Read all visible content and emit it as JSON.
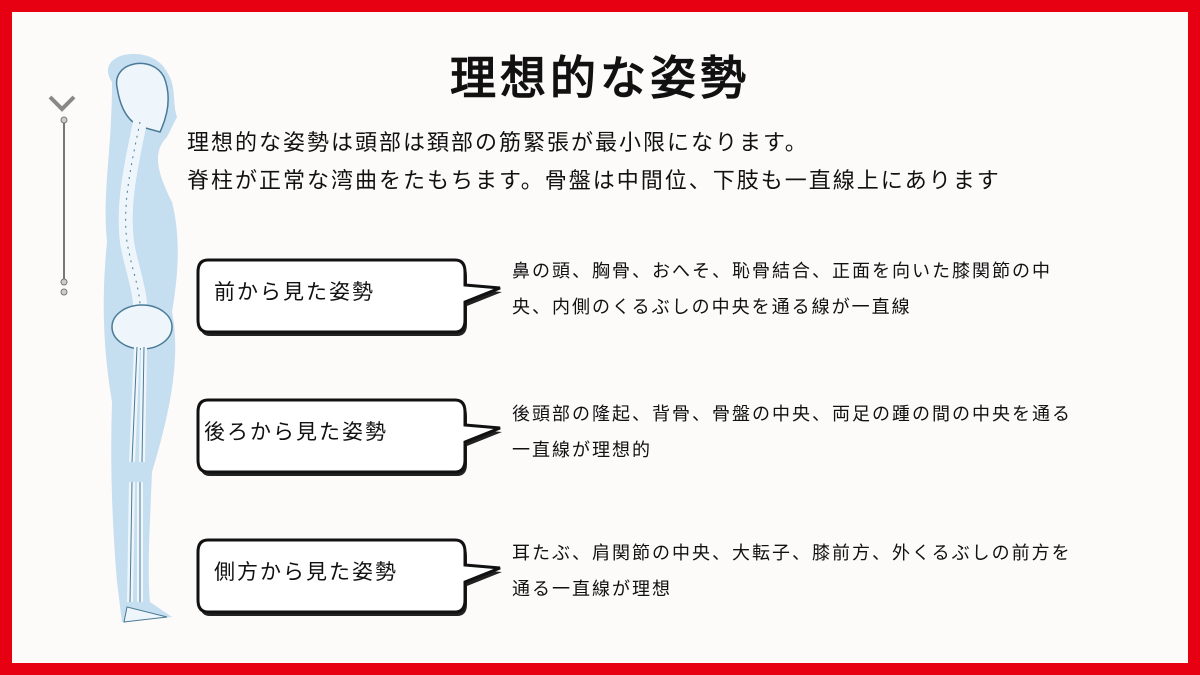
{
  "title": "理想的な姿勢",
  "intro": {
    "line1": "理想的な姿勢は頭部は頚部の筋緊張が最小限になります。",
    "line2": "脊柱が正常な湾曲をたもちます。骨盤は中間位、下肢も一直線上にあります"
  },
  "sections": [
    {
      "label": "前から見た姿勢",
      "line1": "鼻の頭、胸骨、おへそ、恥骨結合、正面を向いた膝関節の中",
      "line2": "央、内側のくるぶしの中央を通る線が一直線"
    },
    {
      "label": "後ろから見た姿勢",
      "line1": "後頭部の隆起、背骨、骨盤の中央、両足の踵の間の中央を通る",
      "line2": "一直線が理想的"
    },
    {
      "label": "側方から見た姿勢",
      "line1": "耳たぶ、肩関節の中央、大転子、膝前方、外くるぶしの前方を",
      "line2": "通る一直線が理想"
    }
  ],
  "colors": {
    "border": "#e60012",
    "body": "#c5def0",
    "bone": "#eef6fc",
    "outline": "#4a7a96"
  }
}
